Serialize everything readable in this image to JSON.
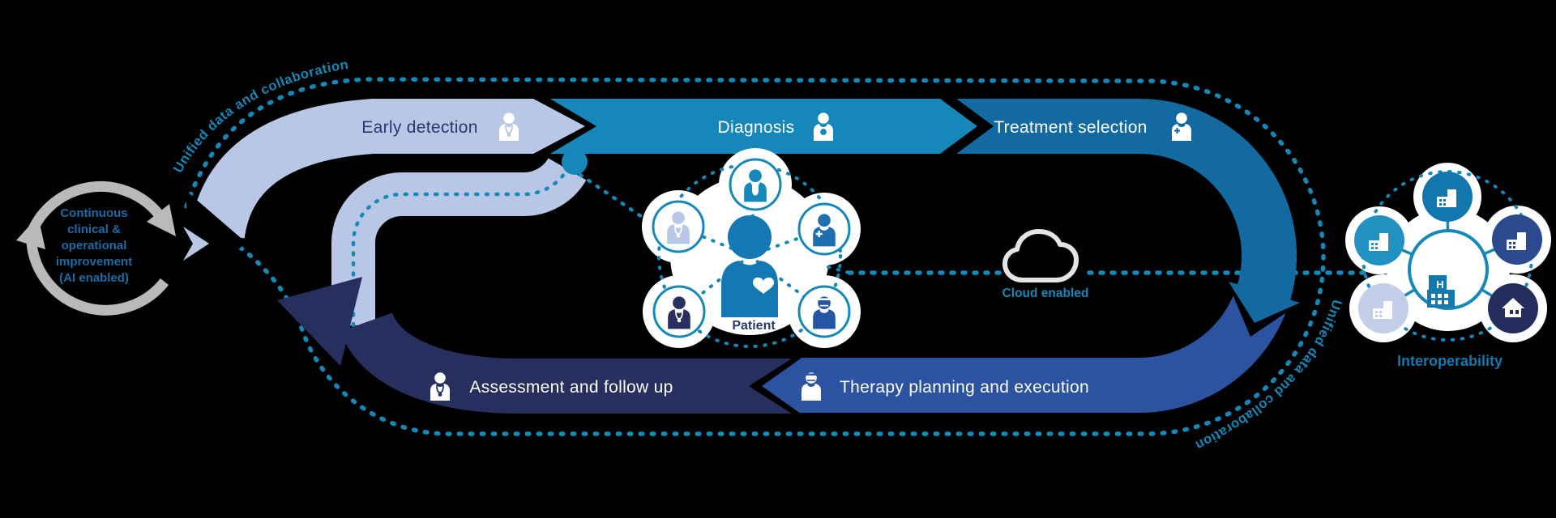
{
  "cycle": {
    "lines": [
      "Continuous",
      "clinical &",
      "operational",
      "improvement",
      "(AI enabled)"
    ],
    "full_label": "Continuous clinical & operational improvement (AI enabled)"
  },
  "loop": {
    "top_label": "Unified data and collaboration",
    "bottom_label": "Unified data and collaboration"
  },
  "stages": {
    "early": {
      "label": "Early detection"
    },
    "diagnosis": {
      "label": "Diagnosis"
    },
    "treatment": {
      "label": "Treatment selection"
    },
    "therapy": {
      "label": "Therapy planning and execution"
    },
    "assessment": {
      "label": "Assessment and follow up"
    }
  },
  "hub": {
    "label": "Patient"
  },
  "cloud": {
    "label": "Cloud enabled"
  },
  "interop": {
    "label": "Interoperability",
    "center_letter": "H"
  },
  "colors": {
    "band_light": "#b9c7e6",
    "band_teal": "#1587ba",
    "band_blue": "#126aa1",
    "band_indigo": "#2b53a0",
    "band_navy": "#262f5e",
    "dots_teal": "#1588b8",
    "cycle_gray": "#b9b9b9",
    "text_navy": "#243a70",
    "cycle_text_blue": "#1b6ba5",
    "interop_text": "#1379ae",
    "cloud_outline": "#e4e4e4",
    "white": "#ffffff"
  }
}
